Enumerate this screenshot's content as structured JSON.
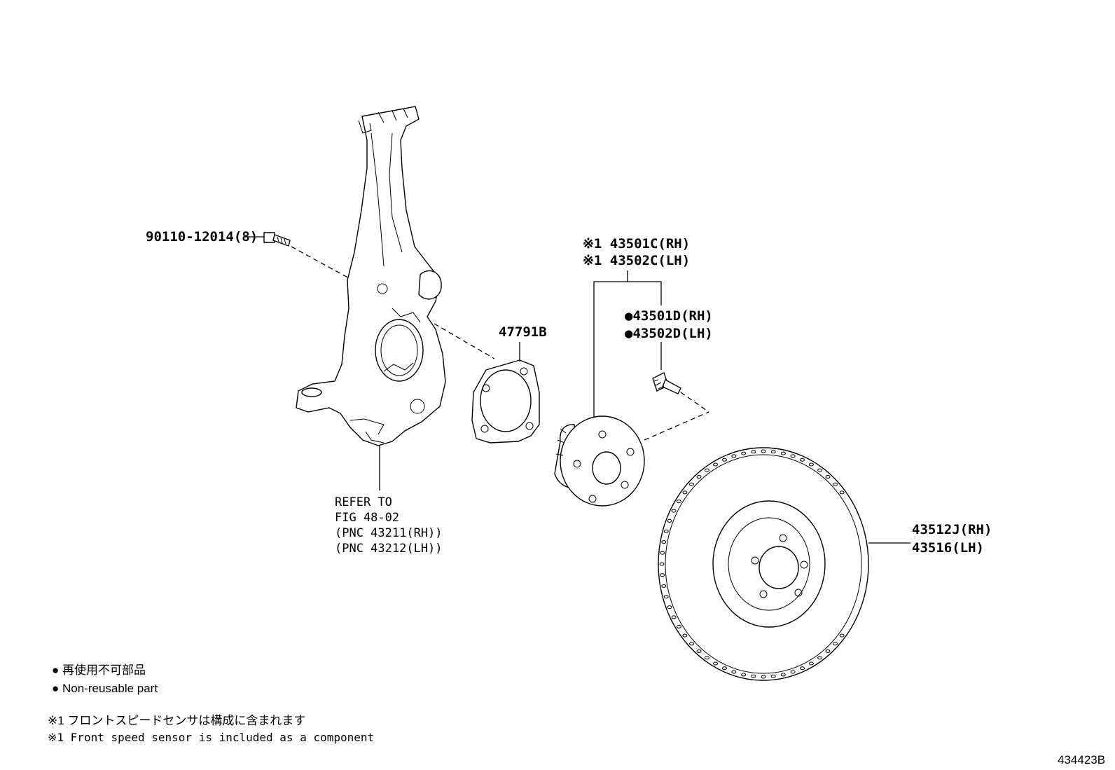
{
  "labels": {
    "bolt": "90110-12014(8)",
    "knuckle_refer": [
      "REFER TO",
      "FIG 48-02",
      "(PNC 43211(RH))",
      "(PNC 43212(LH))"
    ],
    "gasket": "47791B",
    "hub_assy": [
      "※1 43501C(RH)",
      "※1 43502C(LH)"
    ],
    "hub_bolt": [
      "●43501D(RH)",
      "●43502D(LH)"
    ],
    "disc": [
      "43512J(RH)",
      "43516(LH)"
    ]
  },
  "legend": {
    "non_reusable_jp": "● 再使用不可部品",
    "non_reusable_en": "● Non-reusable part",
    "note1_jp": "※1 フロントスピードセンサは構成に含まれます",
    "note1_en": "※1 Front speed sensor is included  as a component"
  },
  "figure_id": "434423B"
}
